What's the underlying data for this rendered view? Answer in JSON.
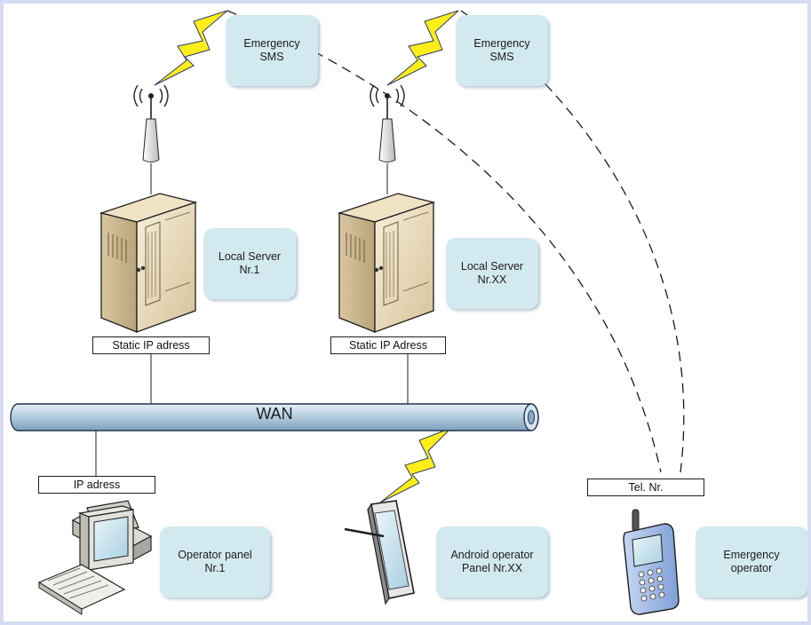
{
  "callouts": {
    "sms_1": [
      "Emergency",
      "SMS"
    ],
    "sms_2": [
      "Emergency",
      "SMS"
    ],
    "server_1": [
      "Local Server",
      "Nr.1"
    ],
    "server_xx": [
      "Local Server",
      "Nr.XX"
    ],
    "operator_panel": [
      "Operator panel",
      "Nr.1"
    ],
    "android_panel": [
      "Android operator",
      "Panel Nr.XX"
    ],
    "emergency_operator": [
      "Emergency",
      "operator"
    ]
  },
  "tags": {
    "static_ip_1": "Static IP adress",
    "static_ip_2": "Static IP Adress",
    "ip_address": "IP adress",
    "tel_nr": "Tel. Nr."
  },
  "network": {
    "wan_label": "WAN"
  },
  "colors": {
    "callout_fill": "#d3e9f0",
    "lightning_fill": "#ffee1a",
    "wan_fill": "#b7cfe1",
    "frame_border": "#d6dbf2"
  }
}
